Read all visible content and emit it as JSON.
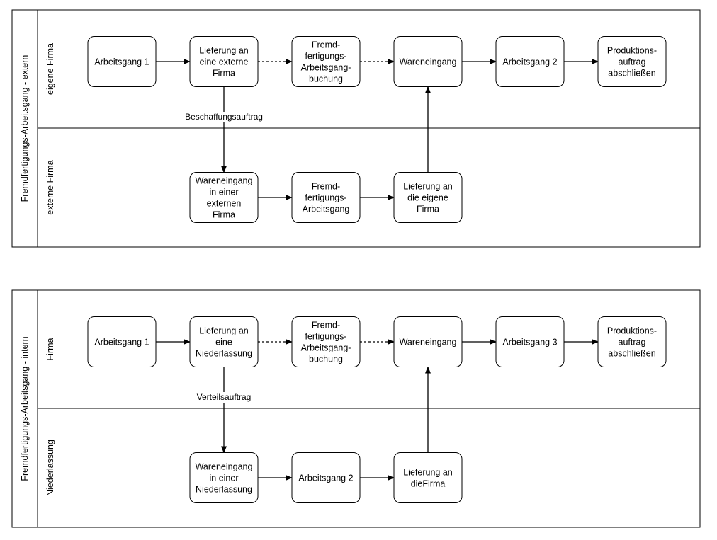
{
  "pools": [
    {
      "id": "extern",
      "title": "Fremdfertigungs-Arbeitsgang - extern",
      "lanes": [
        {
          "title": "eigene Firma"
        },
        {
          "title": "externe Firma"
        }
      ],
      "nodes": [
        {
          "id": "a1",
          "lines": [
            "Arbeitsgang 1"
          ]
        },
        {
          "id": "a2",
          "lines": [
            "Lieferung an",
            "eine externe",
            "Firma"
          ]
        },
        {
          "id": "a3",
          "lines": [
            "Fremd-",
            "fertigungs-",
            "Arbeitsgang-",
            "buchung"
          ]
        },
        {
          "id": "a4",
          "lines": [
            "Wareneingang"
          ]
        },
        {
          "id": "a5",
          "lines": [
            "Arbeitsgang 2"
          ]
        },
        {
          "id": "a6",
          "lines": [
            "Produktions-",
            "auftrag",
            "abschließen"
          ]
        },
        {
          "id": "b1",
          "lines": [
            "Wareneingang",
            "in einer",
            "externen",
            "Firma"
          ]
        },
        {
          "id": "b2",
          "lines": [
            "Fremd-",
            "fertigungs-",
            "Arbeitsgang"
          ]
        },
        {
          "id": "b3",
          "lines": [
            "Lieferung an",
            "die eigene",
            "Firma"
          ]
        }
      ],
      "edges": [
        {
          "from": "a1",
          "to": "a2",
          "style": "solid"
        },
        {
          "from": "a2",
          "to": "a3",
          "style": "dashed"
        },
        {
          "from": "a3",
          "to": "a4",
          "style": "dashed"
        },
        {
          "from": "a4",
          "to": "a5",
          "style": "solid"
        },
        {
          "from": "a5",
          "to": "a6",
          "style": "solid"
        },
        {
          "from": "a2",
          "to": "b1",
          "style": "solid",
          "label": "Beschaffungsauftrag"
        },
        {
          "from": "b1",
          "to": "b2",
          "style": "solid"
        },
        {
          "from": "b2",
          "to": "b3",
          "style": "solid"
        },
        {
          "from": "b3",
          "to": "a4",
          "style": "solid"
        }
      ]
    },
    {
      "id": "intern",
      "title": "Fremdfertigungs-Arbeitsgang - intern",
      "lanes": [
        {
          "title": "Firma"
        },
        {
          "title": "Niederlassung"
        }
      ],
      "nodes": [
        {
          "id": "a1",
          "lines": [
            "Arbeitsgang 1"
          ]
        },
        {
          "id": "a2",
          "lines": [
            "Lieferung an",
            "eine",
            "Niederlassung"
          ]
        },
        {
          "id": "a3",
          "lines": [
            "Fremd-",
            "fertigungs-",
            "Arbeitsgang-",
            "buchung"
          ]
        },
        {
          "id": "a4",
          "lines": [
            "Wareneingang"
          ]
        },
        {
          "id": "a5",
          "lines": [
            "Arbeitsgang 3"
          ]
        },
        {
          "id": "a6",
          "lines": [
            "Produktions-",
            "auftrag",
            "abschließen"
          ]
        },
        {
          "id": "b1",
          "lines": [
            "Wareneingang",
            "in einer",
            "Niederlassung"
          ]
        },
        {
          "id": "b2",
          "lines": [
            "Arbeitsgang 2"
          ]
        },
        {
          "id": "b3",
          "lines": [
            "Lieferung an",
            "dieFirma"
          ]
        }
      ],
      "edges": [
        {
          "from": "a1",
          "to": "a2",
          "style": "solid"
        },
        {
          "from": "a2",
          "to": "a3",
          "style": "dashed"
        },
        {
          "from": "a3",
          "to": "a4",
          "style": "dashed"
        },
        {
          "from": "a4",
          "to": "a5",
          "style": "solid"
        },
        {
          "from": "a5",
          "to": "a6",
          "style": "solid"
        },
        {
          "from": "a2",
          "to": "b1",
          "style": "solid",
          "label": "Verteilsauftrag"
        },
        {
          "from": "b1",
          "to": "b2",
          "style": "solid"
        },
        {
          "from": "b2",
          "to": "b3",
          "style": "solid"
        },
        {
          "from": "b3",
          "to": "a4",
          "style": "solid"
        }
      ]
    }
  ]
}
